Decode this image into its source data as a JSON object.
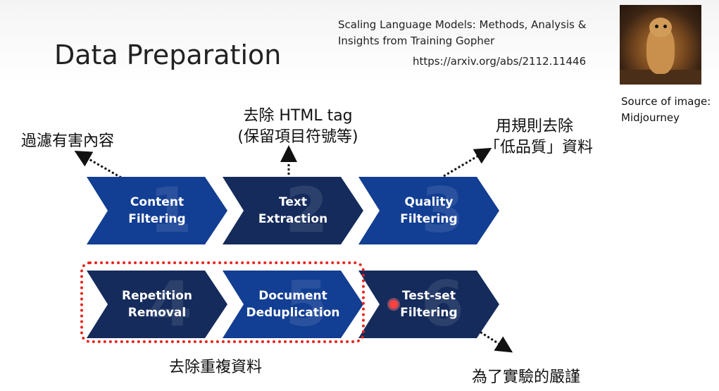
{
  "slide": {
    "title": "Data Preparation",
    "paper_title": "Scaling Language Models: Methods, Analysis & Insights from Training Gopher",
    "paper_url": "https://arxiv.org/abs/2112.11446",
    "image_source_line1": "Source of image:",
    "image_source_line2": "Midjourney",
    "image_icon": "gopher-photo"
  },
  "annotations": {
    "content_filter_note": "過濾有害內容",
    "text_extract_note_line1": "去除 HTML tag",
    "text_extract_note_line2": "(保留項目符號等)",
    "quality_note_line1": "用規則去除",
    "quality_note_line2": "「低品質」資料",
    "dedup_note": "去除重複資料",
    "testset_note": "為了實驗的嚴謹"
  },
  "steps": [
    {
      "number": "1",
      "line1": "Content",
      "line2": "Filtering",
      "color": "#123e93"
    },
    {
      "number": "2",
      "line1": "Text",
      "line2": "Extraction",
      "color": "#152b5c"
    },
    {
      "number": "3",
      "line1": "Quality",
      "line2": "Filtering",
      "color": "#123e93"
    },
    {
      "number": "4",
      "line1": "Repetition",
      "line2": "Removal",
      "color": "#152b5c"
    },
    {
      "number": "5",
      "line1": "Document",
      "line2": "Deduplication",
      "color": "#123e93"
    },
    {
      "number": "6",
      "line1": "Test-set",
      "line2": "Filtering",
      "color": "#152b5c"
    }
  ],
  "colors": {
    "highlight_dotted_border": "#e8231a",
    "dark_navy": "#152b5c",
    "royal_blue": "#123e93"
  }
}
